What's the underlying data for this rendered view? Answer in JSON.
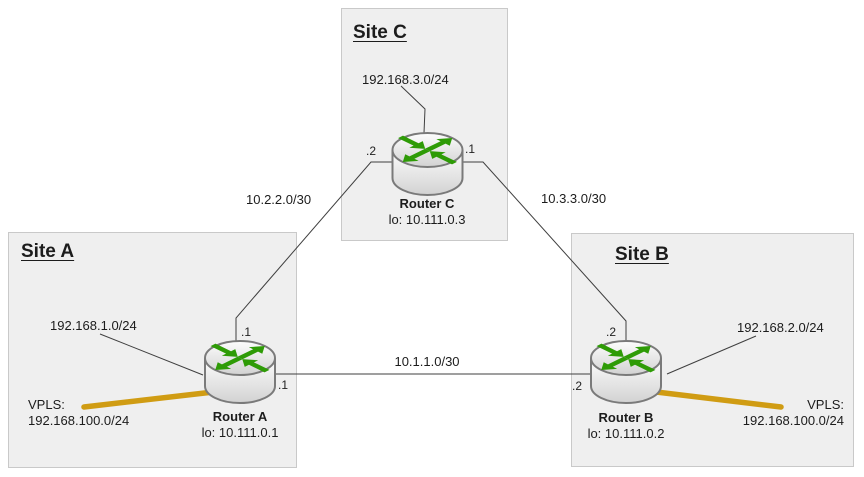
{
  "sites": {
    "a": {
      "title": "Site A",
      "lan": "192.168.1.0/24",
      "vpls_label": "VPLS:",
      "vpls_subnet": "192.168.100.0/24"
    },
    "b": {
      "title": "Site B",
      "lan": "192.168.2.0/24",
      "vpls_label": "VPLS:",
      "vpls_subnet": "192.168.100.0/24"
    },
    "c": {
      "title": "Site C",
      "lan": "192.168.3.0/24"
    }
  },
  "routers": {
    "a": {
      "name": "Router A",
      "loopback": "lo: 10.111.0.1"
    },
    "b": {
      "name": "Router B",
      "loopback": "lo: 10.111.0.2"
    },
    "c": {
      "name": "Router C",
      "loopback": "lo: 10.111.0.3"
    }
  },
  "links": {
    "a_c": {
      "subnet": "10.2.2.0/30",
      "a_end": ".1",
      "c_end": ".2"
    },
    "c_b": {
      "subnet": "10.3.3.0/30",
      "c_end": ".1",
      "b_end": ".2"
    },
    "a_b": {
      "subnet": "10.1.1.0/30",
      "a_end": ".1",
      "b_end": ".2"
    }
  },
  "colors": {
    "site_fill": "#efefef",
    "site_border": "#c9c9c9",
    "link": "#3f3f3f",
    "router_green": "#2e9b06",
    "vpls": "#d09c13",
    "text": "#1c1c1c"
  }
}
